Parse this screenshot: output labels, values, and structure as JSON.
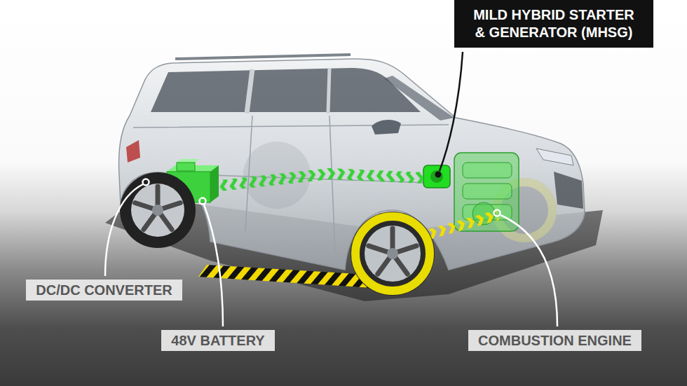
{
  "diagram": {
    "nodes": [
      {
        "text": [
          "MILD HYBRID STARTER & GENERATOR (MHSG)"
        ]
      },
      {
        "text": [
          "DC/DC CONVERTER"
        ]
      },
      {
        "text": [
          "48V BATTERY"
        ]
      },
      {
        "text": [
          "COMBUSTION ENGINE"
        ]
      }
    ]
  }
}
